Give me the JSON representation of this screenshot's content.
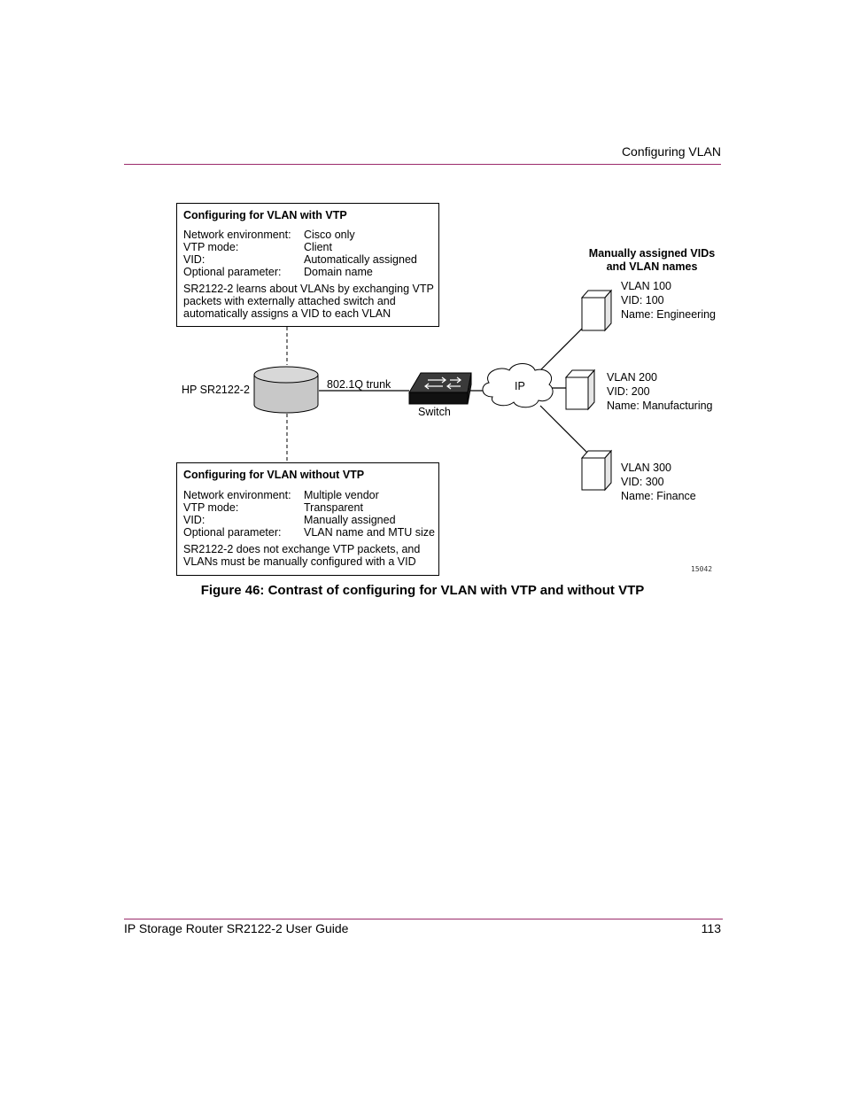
{
  "header": {
    "section_title": "Configuring VLAN"
  },
  "vtp_box": {
    "title": "Configuring for VLAN with VTP",
    "rows": [
      {
        "key": "Network environment:",
        "value": "Cisco only"
      },
      {
        "key": "VTP mode:",
        "value": "Client"
      },
      {
        "key": "VID:",
        "value": "Automatically assigned"
      },
      {
        "key": "Optional parameter:",
        "value": "Domain name"
      }
    ],
    "description": "SR2122-2 learns about VLANs by exchanging VTP packets with externally attached switch and automatically assigns a VID to each VLAN"
  },
  "novtp_box": {
    "title": "Configuring for VLAN without VTP",
    "rows": [
      {
        "key": "Network environment:",
        "value": "Multiple vendor"
      },
      {
        "key": "VTP mode:",
        "value": "Transparent"
      },
      {
        "key": "VID:",
        "value": "Manually assigned"
      },
      {
        "key": "Optional parameter:",
        "value": "VLAN name and MTU size"
      }
    ],
    "description": "SR2122-2 does not exchange VTP packets, and VLANs must be manually configured with a VID"
  },
  "diagram": {
    "router_label": "HP SR2122-2",
    "trunk_label": "802.1Q trunk",
    "switch_label": "Switch",
    "cloud_label": "IP",
    "vlans_heading_line1": "Manually assigned VIDs",
    "vlans_heading_line2": "and VLAN names",
    "vlans": [
      {
        "name": "VLAN 100",
        "vid": "VID: 100",
        "label": "Name: Engineering"
      },
      {
        "name": "VLAN 200",
        "vid": "VID: 200",
        "label": "Name: Manufacturing"
      },
      {
        "name": "VLAN 300",
        "vid": "VID: 300",
        "label": "Name: Finance"
      }
    ],
    "figure_code": "15042"
  },
  "caption": "Figure 46:  Contrast of configuring for VLAN with VTP and without VTP",
  "footer": {
    "guide_title": "IP Storage Router SR2122-2 User Guide",
    "page_number": "113"
  },
  "colors": {
    "rule": "#9b2a6a",
    "router_fill": "#c8c8c8",
    "switch_fill": "#1a1a1a"
  }
}
